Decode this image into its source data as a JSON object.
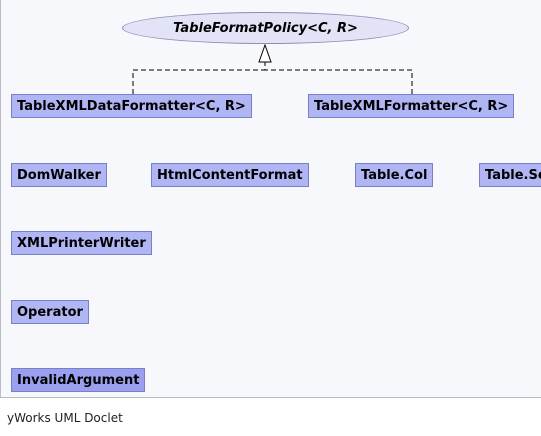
{
  "diagram": {
    "interface": {
      "label": "TableFormatPolicy<C, R>"
    },
    "classes": {
      "table_xml_data_formatter": "TableXMLDataFormatter<C, R>",
      "table_xml_formatter": "TableXMLFormatter<C, R>",
      "dom_walker": "DomWalker",
      "html_content_format": "HtmlContentFormat",
      "table_col": "Table.Col",
      "table_partial": "Table.Se",
      "xml_printer_writer": "XMLPrinterWriter",
      "operator": "Operator",
      "invalid_argument": "InvalidArgument"
    },
    "colors": {
      "interface_fill": "#e2e3f6",
      "class_fill": "#b0b5f4",
      "class_fill_highlight": "#9aa0ef",
      "border": "#7a80c6"
    }
  },
  "footer": {
    "text": "yWorks UML Doclet"
  }
}
